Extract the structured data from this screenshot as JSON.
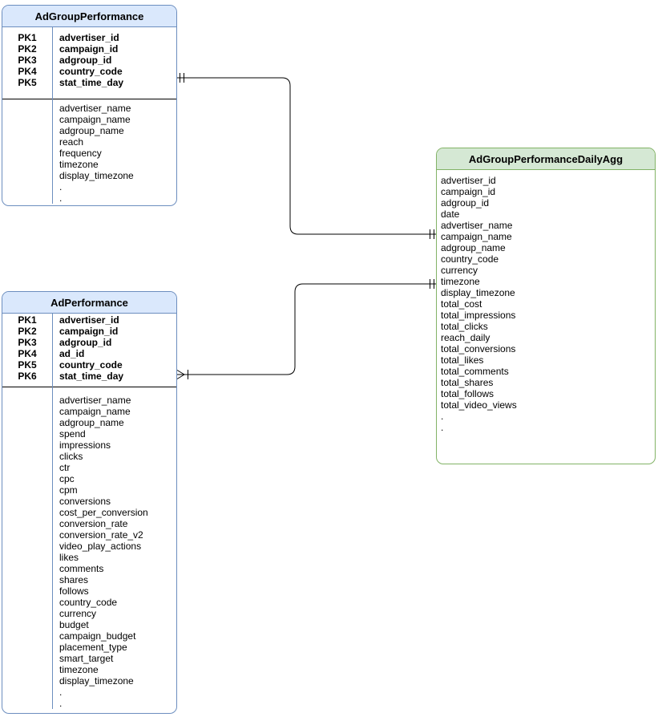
{
  "diagram": {
    "type": "entity-relationship",
    "background": "#ffffff"
  },
  "colors": {
    "blue_fill": "#dae8fc",
    "blue_stroke": "#6c8ebf",
    "green_fill": "#d5e8d4",
    "green_stroke": "#82b366",
    "divider": "#000000",
    "connector": "#000000",
    "text": "#000000"
  },
  "tables": [
    {
      "title": "AdGroupPerformance",
      "theme": "blue",
      "pk_rows": [
        {
          "key": "PK1",
          "name": "advertiser_id"
        },
        {
          "key": "PK2",
          "name": "campaign_id"
        },
        {
          "key": "PK3",
          "name": "adgroup_id"
        },
        {
          "key": "PK4",
          "name": "country_code"
        },
        {
          "key": "PK5",
          "name": "stat_time_day"
        }
      ],
      "fields": [
        "advertiser_name",
        "campaign_name",
        "adgroup_name",
        "reach",
        "frequency",
        "timezone",
        "display_timezone",
        ".",
        "."
      ]
    },
    {
      "title": "AdPerformance",
      "theme": "blue",
      "pk_rows": [
        {
          "key": "PK1",
          "name": "advertiser_id"
        },
        {
          "key": "PK2",
          "name": "campaign_id"
        },
        {
          "key": "PK3",
          "name": "adgroup_id"
        },
        {
          "key": "PK4",
          "name": "ad_id"
        },
        {
          "key": "PK5",
          "name": "country_code"
        },
        {
          "key": "PK6",
          "name": "stat_time_day"
        }
      ],
      "fields": [
        "advertiser_name",
        "campaign_name",
        "adgroup_name",
        "spend",
        "impressions",
        "clicks",
        "ctr",
        "cpc",
        "cpm",
        "conversions",
        "cost_per_conversion",
        "conversion_rate",
        "conversion_rate_v2",
        "video_play_actions",
        "likes",
        "comments",
        "shares",
        "follows",
        "country_code",
        "currency",
        "budget",
        "campaign_budget",
        "placement_type",
        "smart_target",
        "timezone",
        "display_timezone",
        ".",
        "."
      ]
    },
    {
      "title": "AdGroupPerformanceDailyAgg",
      "theme": "green",
      "pk_rows": [],
      "fields": [
        "advertiser_id",
        "campaign_id",
        "adgroup_id",
        "date",
        "advertiser_name",
        "campaign_name",
        "adgroup_name",
        "country_code",
        "currency",
        "timezone",
        "display_timezone",
        "total_cost",
        "total_impressions",
        "total_clicks",
        "reach_daily",
        "total_conversions",
        "total_likes",
        "total_comments",
        "total_shares",
        "total_follows",
        "total_video_views",
        ".",
        "."
      ]
    }
  ],
  "relationships": [
    {
      "from": "AdGroupPerformance",
      "from_cardinality": "one and only one",
      "to": "AdGroupPerformanceDailyAgg",
      "to_cardinality": "one and only one"
    },
    {
      "from": "AdPerformance",
      "from_cardinality": "one or many",
      "to": "AdGroupPerformanceDailyAgg",
      "to_cardinality": "one and only one"
    }
  ]
}
